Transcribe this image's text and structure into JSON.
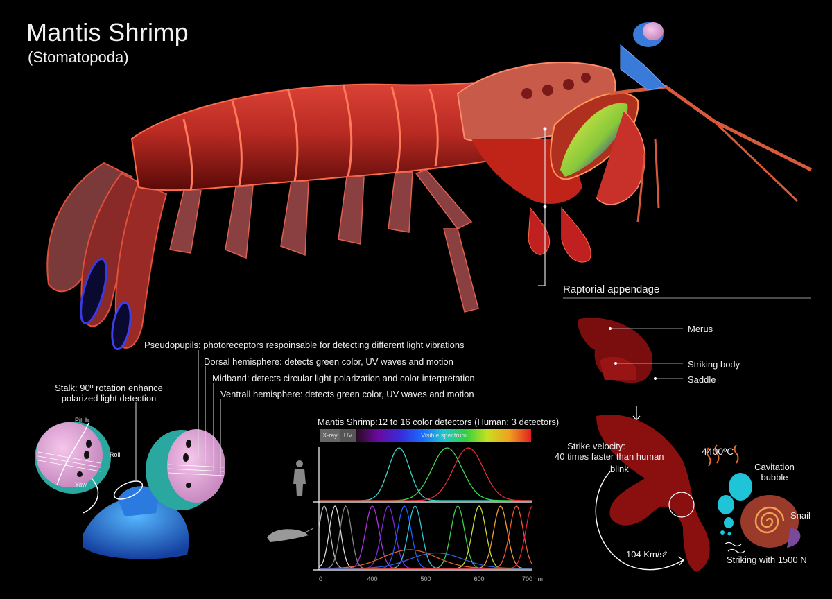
{
  "header": {
    "title": "Mantis Shrimp",
    "subtitle": "(Stomatopoda)"
  },
  "callouts": {
    "raptorial": "Raptorial appendage",
    "pseudopupils": "Pseudopupils: photoreceptors respoinsable for detecting different light vibrations",
    "dorsal": "Dorsal hemisphere: detects green color, UV waves and motion",
    "midband": "Midband: detects circular light polarization and color interpretation",
    "ventral": "Ventrall hemisphere: detects green color, UV waves and motion",
    "stalk_line1": "Stalk: 90º rotation enhance",
    "stalk_line2": "polarized light detection"
  },
  "eye_axes": {
    "pitch": "Pitch",
    "roll": "Roll",
    "yaw": "Yaw"
  },
  "appendage": {
    "merus": "Merus",
    "striking_body": "Striking body",
    "saddle": "Saddle",
    "velocity_line1": "Strike velocity:",
    "velocity_line2": "40 times faster than human",
    "velocity_line3": "blink",
    "temperature": "4400ºC",
    "cavitation_line1": "Cavitation",
    "cavitation_line2": "bubble",
    "snail": "Snail",
    "acceleration": "104 Km/s²",
    "force": "Striking with 1500 N"
  },
  "spectrum": {
    "heading": "Mantis Shrimp:12 to 16 color detectors (Human: 3 detectors)",
    "xray": "X-ray",
    "uv": "UV",
    "visible": "Visible spectrum"
  },
  "colors": {
    "background": "#000000",
    "shrimp_body": "#c0271a",
    "eye_pink": "#e6a4d8",
    "eye_teal": "#2aa8a0",
    "bubble": "#1fc4d6",
    "appendage": "#7a0d0d"
  },
  "chart_data": {
    "type": "line",
    "title": "Mantis Shrimp:12 to 16 color detectors (Human: 3 detectors)",
    "xlabel": "nm",
    "x_ticks": [
      "0",
      "400",
      "500",
      "600",
      "700 nm"
    ],
    "xlim": [
      300,
      700
    ],
    "panels": [
      {
        "name": "human",
        "series": [
          {
            "peak": 450,
            "width": 28,
            "color": "#39d4c8"
          },
          {
            "peak": 540,
            "width": 40,
            "color": "#3ddc52"
          },
          {
            "peak": 580,
            "width": 40,
            "color": "#e0303c"
          }
        ]
      },
      {
        "name": "mantis-shrimp",
        "series": [
          {
            "peak": 310,
            "width": 15,
            "color": "#bbbbbb"
          },
          {
            "peak": 330,
            "width": 15,
            "color": "#dddddd"
          },
          {
            "peak": 350,
            "width": 15,
            "color": "#888888"
          },
          {
            "peak": 400,
            "width": 18,
            "color": "#b030e0"
          },
          {
            "peak": 430,
            "width": 18,
            "color": "#7a2bd8"
          },
          {
            "peak": 460,
            "width": 18,
            "color": "#2060ff"
          },
          {
            "peak": 480,
            "width": 18,
            "color": "#30c8e0"
          },
          {
            "peak": 560,
            "width": 18,
            "color": "#36d650"
          },
          {
            "peak": 600,
            "width": 18,
            "color": "#c8e030"
          },
          {
            "peak": 640,
            "width": 18,
            "color": "#f0a030"
          },
          {
            "peak": 670,
            "width": 18,
            "color": "#f05a30"
          },
          {
            "peak": 700,
            "width": 18,
            "color": "#e8203a"
          },
          {
            "peak": 470,
            "width": 70,
            "color": "#e06030",
            "amp": 0.3
          },
          {
            "peak": 520,
            "width": 70,
            "color": "#3060e0",
            "amp": 0.25
          }
        ]
      }
    ]
  }
}
